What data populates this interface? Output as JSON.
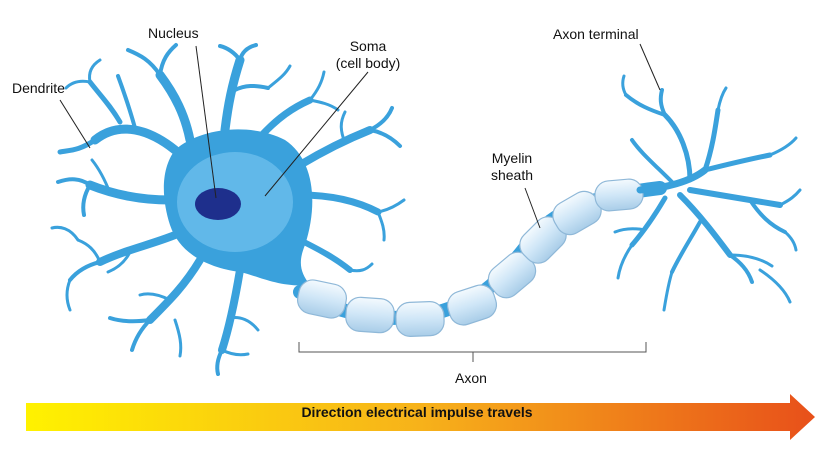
{
  "labels": {
    "nucleus": "Nucleus",
    "dendrite": "Dendrite",
    "soma_line1": "Soma",
    "soma_line2": "(cell body)",
    "axon_terminal": "Axon terminal",
    "myelin_line1": "Myelin",
    "myelin_line2": "sheath",
    "axon": "Axon"
  },
  "direction_arrow": {
    "label": "Direction electrical impulse travels",
    "gradient_start": "#fff200",
    "gradient_end": "#e8501a"
  },
  "colors": {
    "neuron_fill": "#3aa1dc",
    "neuron_light": "#6fc0ee",
    "nucleus": "#1e2f8c",
    "myelin": "#dbeefb"
  }
}
